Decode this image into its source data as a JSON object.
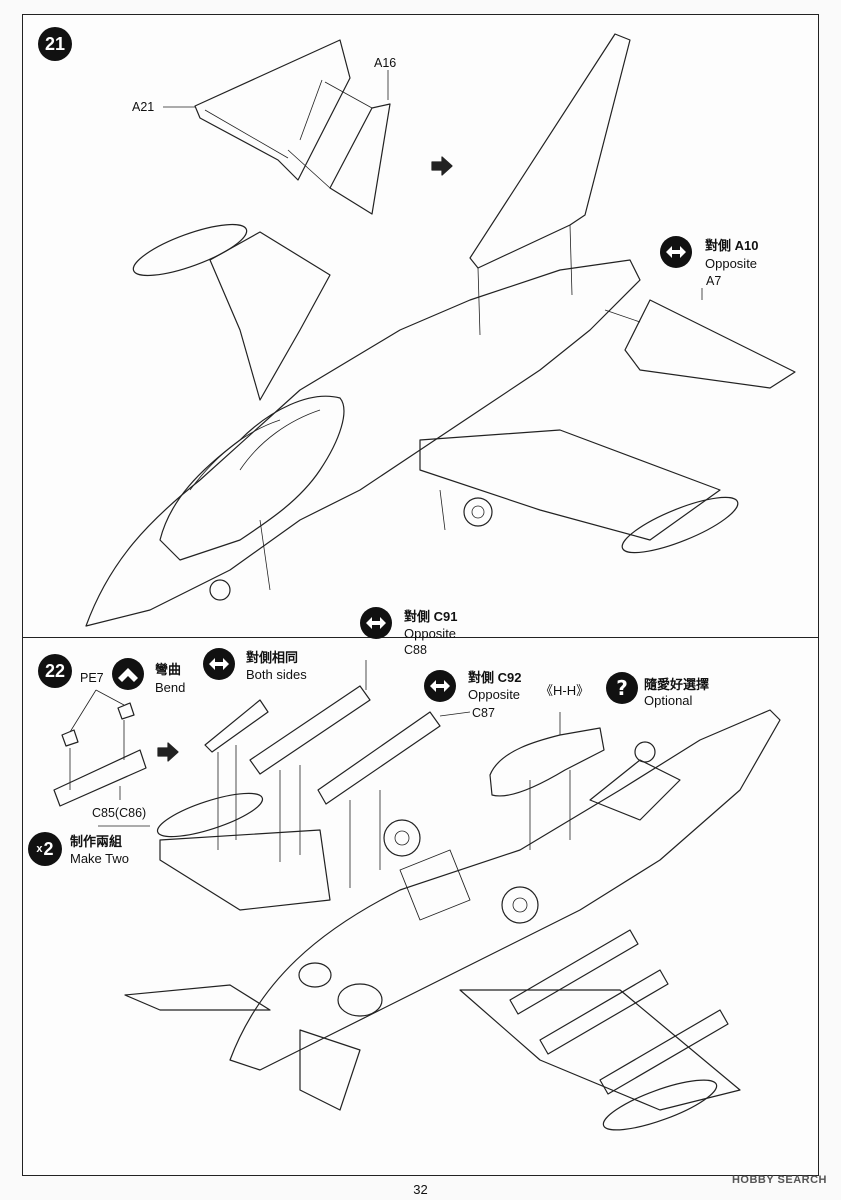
{
  "steps": [
    {
      "number": "21"
    },
    {
      "number": "22"
    }
  ],
  "step21": {
    "part_a21": "A21",
    "part_a16": "A16",
    "opposite_cjk": "對側 A10",
    "opposite_en": "Opposite",
    "part_a7": "A7"
  },
  "step22": {
    "part_pe7": "PE7",
    "bend_cjk": "彎曲",
    "bend_en": "Bend",
    "both_cjk": "對側相同",
    "both_en": "Both sides",
    "c91_cjk": "對側 C91",
    "c91_en": "Opposite",
    "part_c88": "C88",
    "c92_cjk": "對側 C92",
    "c92_en": "Opposite",
    "part_c87": "C87",
    "hh_label": "《H-H》",
    "optional_cjk": "隨愛好選擇",
    "optional_en": "Optional",
    "part_c85": "C85(C86)",
    "make_two_prefix": "x",
    "make_two_count": "2",
    "make_two_cjk": "制作兩組",
    "make_two_en": "Make Two"
  },
  "page_number": "32",
  "watermark": "HOBBY SEARCH",
  "colors": {
    "ink": "#111111",
    "paper": "#fdfdfd"
  }
}
